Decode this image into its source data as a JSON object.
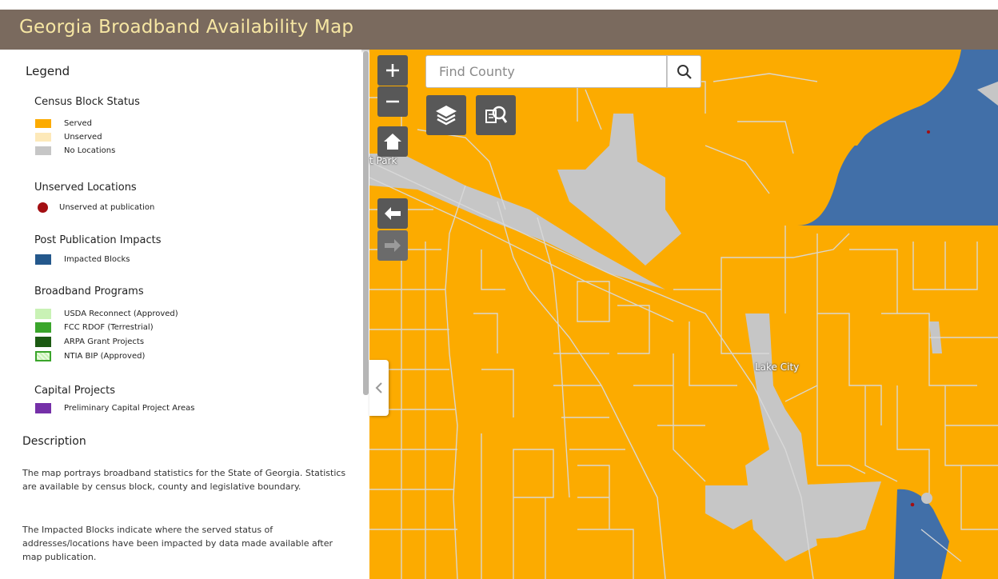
{
  "header": {
    "title": "Georgia Broadband Availability Map"
  },
  "legend": {
    "title": "Legend",
    "census": {
      "title": "Census Block Status",
      "items": [
        {
          "label": "Served",
          "color": "#fcab00"
        },
        {
          "label": "Unserved",
          "color": "#fde9b9"
        },
        {
          "label": "No Locations",
          "color": "#c6c6c6"
        }
      ]
    },
    "unserved": {
      "title": "Unserved Locations",
      "items": [
        {
          "label": "Unserved at publication",
          "color": "#a30e12"
        }
      ]
    },
    "post": {
      "title": "Post Publication Impacts",
      "items": [
        {
          "label": "Impacted Blocks",
          "color": "#24588c"
        }
      ]
    },
    "programs": {
      "title": "Broadband Programs",
      "items": [
        {
          "label": "USDA Reconnect (Approved)",
          "color": "#c9f2b5"
        },
        {
          "label": "FCC RDOF (Terrestrial)",
          "color": "#3aa52b"
        },
        {
          "label": "ARPA Grant Projects",
          "color": "#1c5a13"
        },
        {
          "label": "NTIA BIP (Approved)",
          "color": "#c9f2b5"
        }
      ]
    },
    "capital": {
      "title": "Capital Projects",
      "items": [
        {
          "label": "Preliminary Capital Project Areas",
          "color": "#7530a8"
        }
      ]
    }
  },
  "description": {
    "title": "Description",
    "p1": "The map portrays broadband statistics for the State of Georgia. Statistics are available by census block, county and legislative boundary.",
    "p2": "The Impacted Blocks indicate where the served status of addresses/locations have been impacted by data made available after map publication."
  },
  "search": {
    "placeholder": "Find County"
  },
  "map": {
    "labels": {
      "city": "Lake City",
      "park": "t Park"
    },
    "colors": {
      "served": "#fcab00",
      "no_locations": "#c6c6c6",
      "impacted": "#416fa8",
      "unserved_dot": "#a30e12"
    }
  },
  "icons": {
    "zoom_in": "plus-icon",
    "zoom_out": "minus-icon",
    "home": "home-icon",
    "layers": "layers-icon",
    "query": "query-icon",
    "back": "arrow-left-icon",
    "forward": "arrow-right-icon",
    "search": "search-icon",
    "collapse": "chevron-left-icon"
  }
}
